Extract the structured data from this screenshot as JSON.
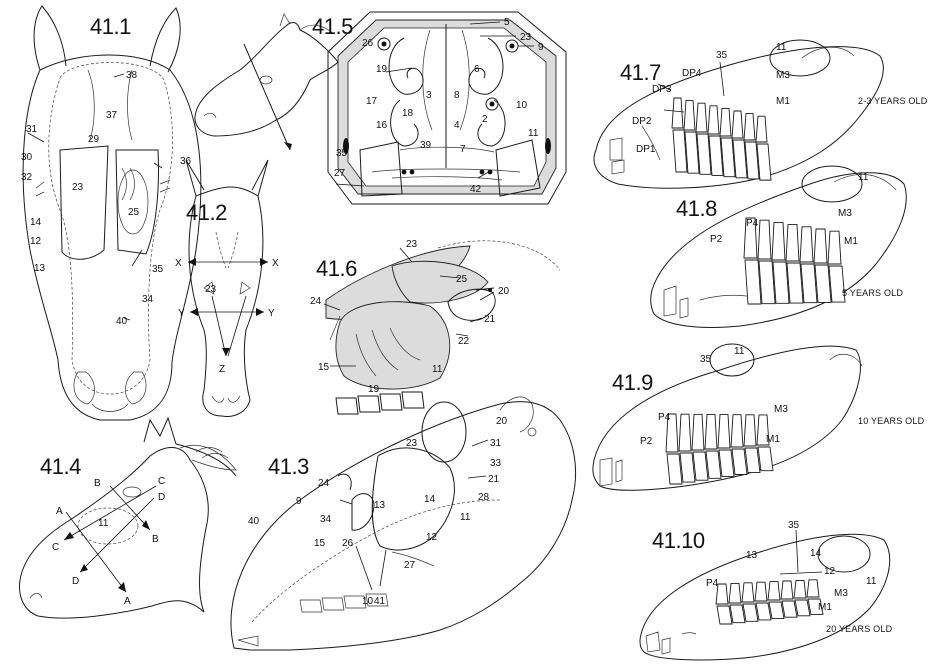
{
  "figures": {
    "f1": {
      "title": "41.1",
      "labels": [
        "38",
        "37",
        "31",
        "29",
        "30",
        "32",
        "23",
        "36",
        "25",
        "14",
        "12",
        "13",
        "35",
        "34",
        "40"
      ]
    },
    "f2": {
      "title": "41.2",
      "labels": [
        "X",
        "X",
        "23",
        "Y",
        "Y",
        "Z"
      ]
    },
    "f3": {
      "title": "41.3",
      "labels": [
        "20",
        "23",
        "31",
        "33",
        "24",
        "21",
        "9",
        "28",
        "34",
        "13",
        "14",
        "11",
        "40",
        "15",
        "26",
        "12",
        "10",
        "27",
        "41"
      ]
    },
    "f4": {
      "title": "41.4",
      "labels": [
        "B",
        "C",
        "A",
        "D",
        "11",
        "C",
        "B",
        "D",
        "A"
      ]
    },
    "f5": {
      "title": "41.5",
      "labels": [
        "5",
        "23",
        "26",
        "19",
        "6",
        "9",
        "17",
        "3",
        "8",
        "16",
        "18",
        "10",
        "2",
        "4",
        "11",
        "35",
        "39",
        "7",
        "27",
        "42"
      ]
    },
    "f6": {
      "title": "41.6",
      "labels": [
        "23",
        "25",
        "24",
        "20",
        "21",
        "22",
        "15",
        "19",
        "11"
      ]
    },
    "f7": {
      "title": "41.7",
      "labels": [
        "35",
        "11",
        "DP4",
        "M3",
        "DP3",
        "M1",
        "DP2",
        "DP1"
      ],
      "caption": "2-3 YEARS OLD"
    },
    "f8": {
      "title": "41.8",
      "labels": [
        "11",
        "P4",
        "M3",
        "P2",
        "M1"
      ],
      "caption": "5 YEARS OLD"
    },
    "f9": {
      "title": "41.9",
      "labels": [
        "35",
        "11",
        "M3",
        "P4",
        "M1",
        "P2"
      ],
      "caption": "10 YEARS OLD"
    },
    "f10": {
      "title": "41.10",
      "labels": [
        "35",
        "13",
        "14",
        "12",
        "11",
        "P4",
        "M3",
        "M1"
      ],
      "caption": "20 YEARS OLD"
    }
  }
}
